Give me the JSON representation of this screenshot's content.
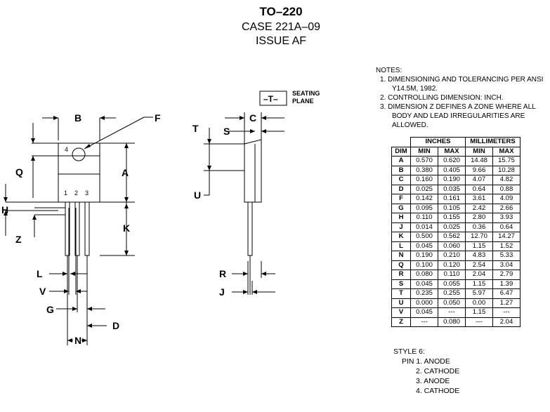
{
  "header": {
    "title": "TO–220",
    "case": "CASE 221A–09",
    "issue": "ISSUE AF"
  },
  "drawing_labels": {
    "front": [
      "B",
      "F",
      "Q",
      "A",
      "H",
      "K",
      "Z",
      "L",
      "V",
      "G",
      "D",
      "N"
    ],
    "side": [
      "C",
      "T",
      "S",
      "U",
      "R",
      "J"
    ],
    "pins": [
      "1",
      "2",
      "3"
    ],
    "tab": "4",
    "datum": "–T–",
    "seating": "SEATING",
    "plane": "PLANE"
  },
  "notes": {
    "heading": "NOTES:",
    "n1a": "1.  DIMENSIONING AND TOLERANCING PER ANSI",
    "n1b": "Y14.5M, 1982.",
    "n2": "2.  CONTROLLING DIMENSION: INCH.",
    "n3a": "3.  DIMENSION Z DEFINES A ZONE WHERE ALL",
    "n3b": "BODY AND LEAD IRREGULARITIES ARE",
    "n3c": "ALLOWED."
  },
  "table": {
    "group_inches": "INCHES",
    "group_mm": "MILLIMETERS",
    "col_dim": "DIM",
    "col_min": "MIN",
    "col_max": "MAX",
    "rows": [
      [
        "A",
        "0.570",
        "0.620",
        "14.48",
        "15.75"
      ],
      [
        "B",
        "0.380",
        "0.405",
        "9.66",
        "10.28"
      ],
      [
        "C",
        "0.160",
        "0.190",
        "4.07",
        "4.82"
      ],
      [
        "D",
        "0.025",
        "0.035",
        "0.64",
        "0.88"
      ],
      [
        "F",
        "0.142",
        "0.161",
        "3.61",
        "4.09"
      ],
      [
        "G",
        "0.095",
        "0.105",
        "2.42",
        "2.66"
      ],
      [
        "H",
        "0.110",
        "0.155",
        "2.80",
        "3.93"
      ],
      [
        "J",
        "0.014",
        "0.025",
        "0.36",
        "0.64"
      ],
      [
        "K",
        "0.500",
        "0.562",
        "12.70",
        "14.27"
      ],
      [
        "L",
        "0.045",
        "0.060",
        "1.15",
        "1.52"
      ],
      [
        "N",
        "0.190",
        "0.210",
        "4.83",
        "5.33"
      ],
      [
        "Q",
        "0.100",
        "0.120",
        "2.54",
        "3.04"
      ],
      [
        "R",
        "0.080",
        "0.110",
        "2.04",
        "2.79"
      ],
      [
        "S",
        "0.045",
        "0.055",
        "1.15",
        "1.39"
      ],
      [
        "T",
        "0.235",
        "0.255",
        "5.97",
        "6.47"
      ],
      [
        "U",
        "0.000",
        "0.050",
        "0.00",
        "1.27"
      ],
      [
        "V",
        "0.045",
        "---",
        "1.15",
        "---"
      ],
      [
        "Z",
        "---",
        "0.080",
        "---",
        "2.04"
      ]
    ]
  },
  "style": {
    "heading": "STYLE 6:",
    "p1": "PIN 1.   ANODE",
    "p2": "2.   CATHODE",
    "p3": "3.   ANODE",
    "p4": "4.   CATHODE"
  }
}
